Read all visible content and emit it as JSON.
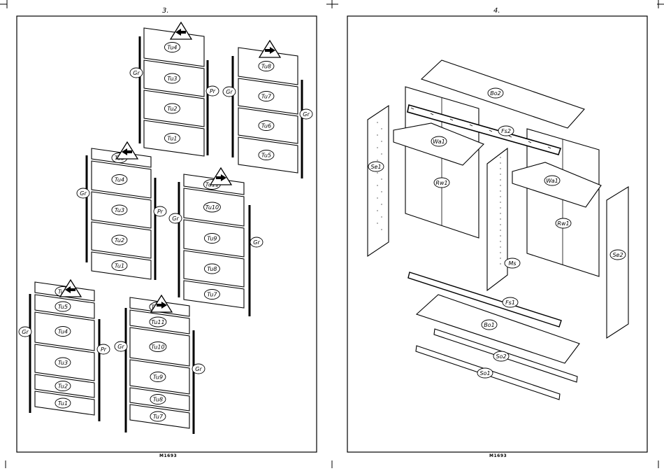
{
  "pages": [
    {
      "number": "3.",
      "code": "M1693"
    },
    {
      "number": "4.",
      "code": "M1693"
    }
  ],
  "left": {
    "groups": [
      {
        "id": "door-a",
        "arrow": "left",
        "panels": [
          "Tu4",
          "Tu3",
          "Tu2",
          "Tu1"
        ],
        "left_profile": "Gr",
        "right_profile": "Pr"
      },
      {
        "id": "door-b",
        "arrow": "right",
        "panels": [
          "Tu8",
          "Tu7",
          "Tu6",
          "Tu5"
        ],
        "left_profile": "Gr",
        "right_profile": "Gr"
      },
      {
        "id": "door-c",
        "arrow": "left",
        "panels": [
          "Tu5",
          "Tu4",
          "Tu3",
          "Tu2",
          "Tu1"
        ],
        "left_profile": "Gr",
        "right_profile": "Pr"
      },
      {
        "id": "door-d",
        "arrow": "right",
        "panels": [
          "Tu11",
          "Tu10",
          "Tu9",
          "Tu8",
          "Tu7"
        ],
        "left_profile": "Gr",
        "right_profile": "Gr"
      },
      {
        "id": "door-e",
        "arrow": "left",
        "panels": [
          "Tu6",
          "Tu5",
          "Tu4",
          "Tu3",
          "Tu2",
          "Tu1"
        ],
        "left_profile": "Gr",
        "right_profile": "Pr"
      },
      {
        "id": "door-f",
        "arrow": "right",
        "panels": [
          "Tu12",
          "Tu11",
          "Tu10",
          "Tu9",
          "Tu8",
          "Tu7"
        ],
        "left_profile": "Gr",
        "right_profile": "Gr"
      }
    ]
  },
  "right": {
    "parts": [
      "Bo2",
      "Fs2",
      "Wa1",
      "Se1",
      "Rw1",
      "Wa1",
      "Rw1",
      "Ms",
      "Se2",
      "Fs1",
      "Bo1",
      "So2",
      "So1"
    ]
  }
}
